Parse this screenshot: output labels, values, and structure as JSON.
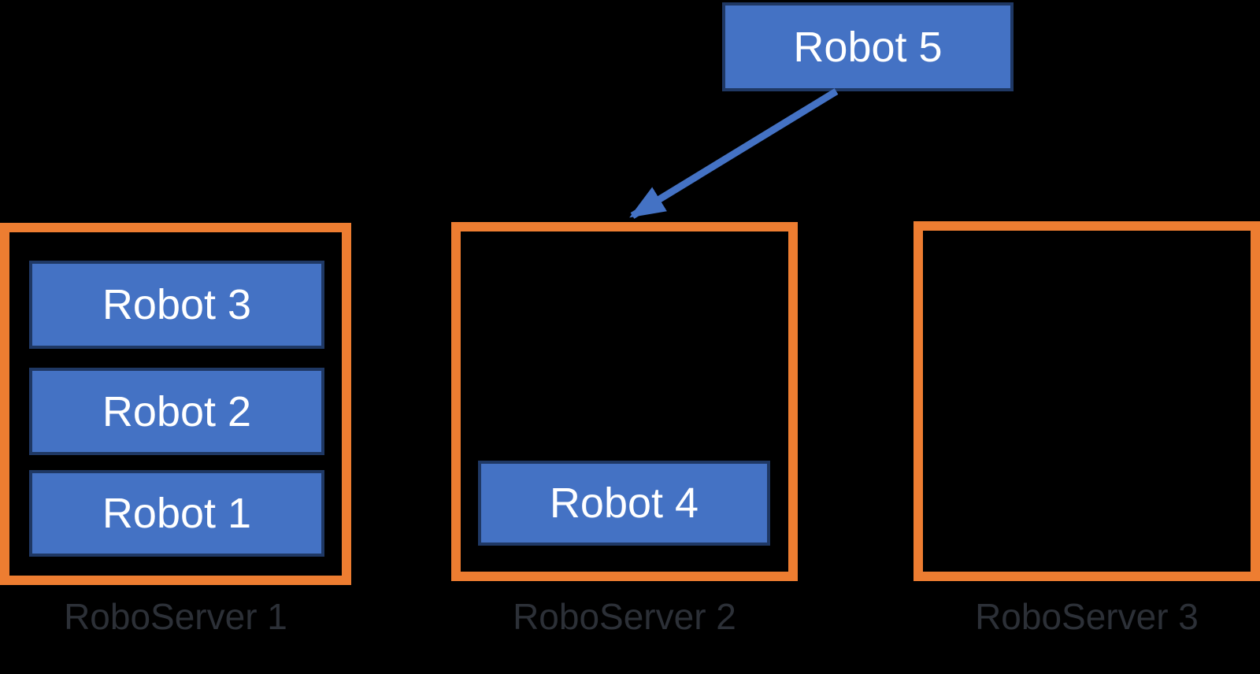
{
  "diagram": {
    "floating_robot": {
      "label": "Robot 5"
    },
    "servers": [
      {
        "label": "RoboServer 1",
        "robots": [
          "Robot 3",
          "Robot 2",
          "Robot 1"
        ]
      },
      {
        "label": "RoboServer 2",
        "robots": [
          "Robot 4"
        ]
      },
      {
        "label": "RoboServer 3",
        "robots": []
      }
    ],
    "arrow": {
      "from": "Robot 5",
      "to": "RoboServer 2"
    }
  },
  "colors": {
    "background": "#000000",
    "server_border": "#ed7d31",
    "robot_fill": "#4472c4",
    "robot_border": "#1f3864",
    "robot_text": "#ffffff",
    "arrow_color": "#4472c4",
    "label_text": "#2c3037"
  }
}
